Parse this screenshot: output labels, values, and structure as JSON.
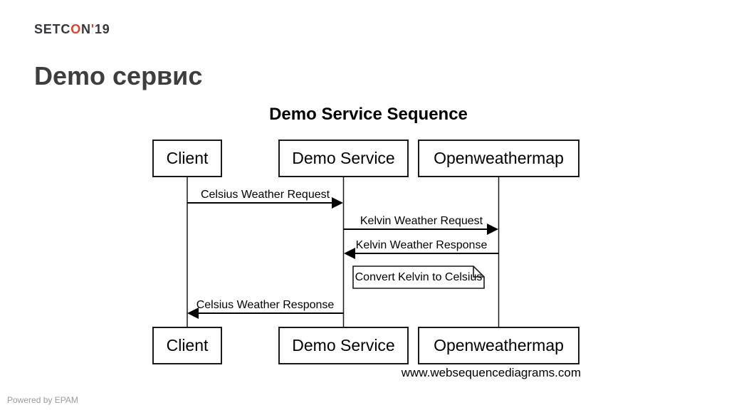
{
  "logo": {
    "part1": "SETC",
    "part2": "O",
    "part3": "N",
    "part4": "'",
    "part5": "19"
  },
  "slide": {
    "title": "Demo сервис",
    "footer": "Powered by EPAM"
  },
  "diagram": {
    "title": "Demo Service Sequence",
    "actors": [
      {
        "label": "Client"
      },
      {
        "label": "Demo Service"
      },
      {
        "label": "Openweathermap"
      }
    ],
    "messages": [
      {
        "label": "Celsius Weather Request",
        "from": "Client",
        "to": "Demo Service",
        "direction": "right"
      },
      {
        "label": "Kelvin Weather Request",
        "from": "Demo Service",
        "to": "Openweathermap",
        "direction": "right"
      },
      {
        "label": "Kelvin Weather Response",
        "from": "Openweathermap",
        "to": "Demo Service",
        "direction": "left"
      },
      {
        "label": "Celsius Weather Response",
        "from": "Demo Service",
        "to": "Client",
        "direction": "left"
      }
    ],
    "note": {
      "label": "Convert Kelvin to Celsius"
    },
    "watermark": "www.websequencediagrams.com"
  },
  "colors": {
    "accent_red": "#e0432d",
    "logo_dark": "#36363b",
    "heading_gray": "#3e3e3e",
    "diagram_ink": "#000000",
    "footer_gray": "#9b9b9b"
  }
}
